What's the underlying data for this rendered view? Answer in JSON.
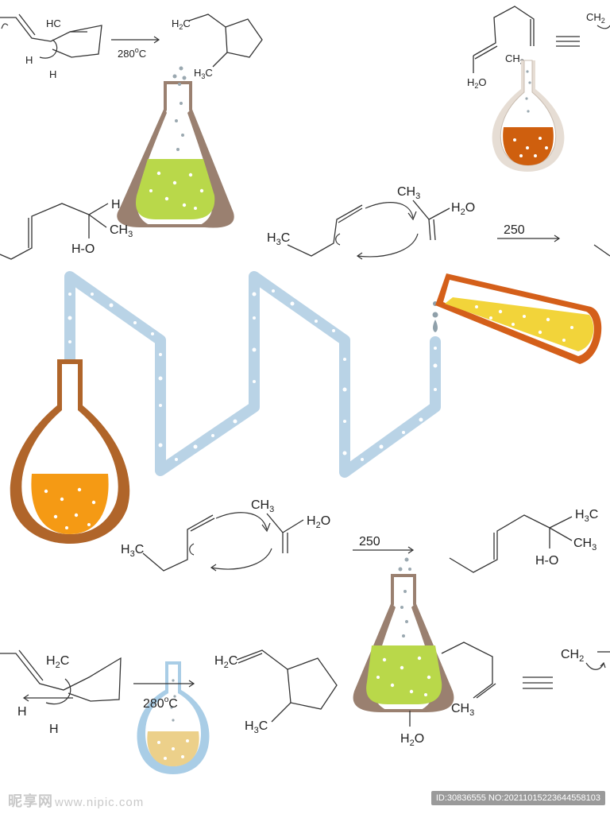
{
  "labels": {
    "h2c": "H",
    "h2c_c": "C",
    "h": "H",
    "h3c": "H",
    "h3c_c": "C",
    "ch3": "CH",
    "h2o_h": "H",
    "h2o_o": "O",
    "ho": "H-O",
    "ch2": "CH",
    "sub2": "2",
    "sub3": "3"
  },
  "conditions": {
    "temp_280": "280",
    "deg_c": "C",
    "temp_250": "250"
  },
  "watermark": {
    "site": "昵享网",
    "url": "www.nipic.com",
    "id_text": "ID:30836555 NO:20211015223644558103"
  },
  "colors": {
    "tube": "#b9d3e6",
    "green_liquid": "#b9d84a",
    "orange_liquid": "#f59a14",
    "dark_orange_liquid": "#cf5f0e",
    "yellow_liquid": "#f2d43a",
    "beige_liquid": "#ecd08a",
    "flask_brown": "#9a8070",
    "flask_copper": "#b0652a",
    "flask_orange": "#d45f1a",
    "flask_blue": "#a9cde6",
    "flask_beige": "#e6ddd4"
  }
}
